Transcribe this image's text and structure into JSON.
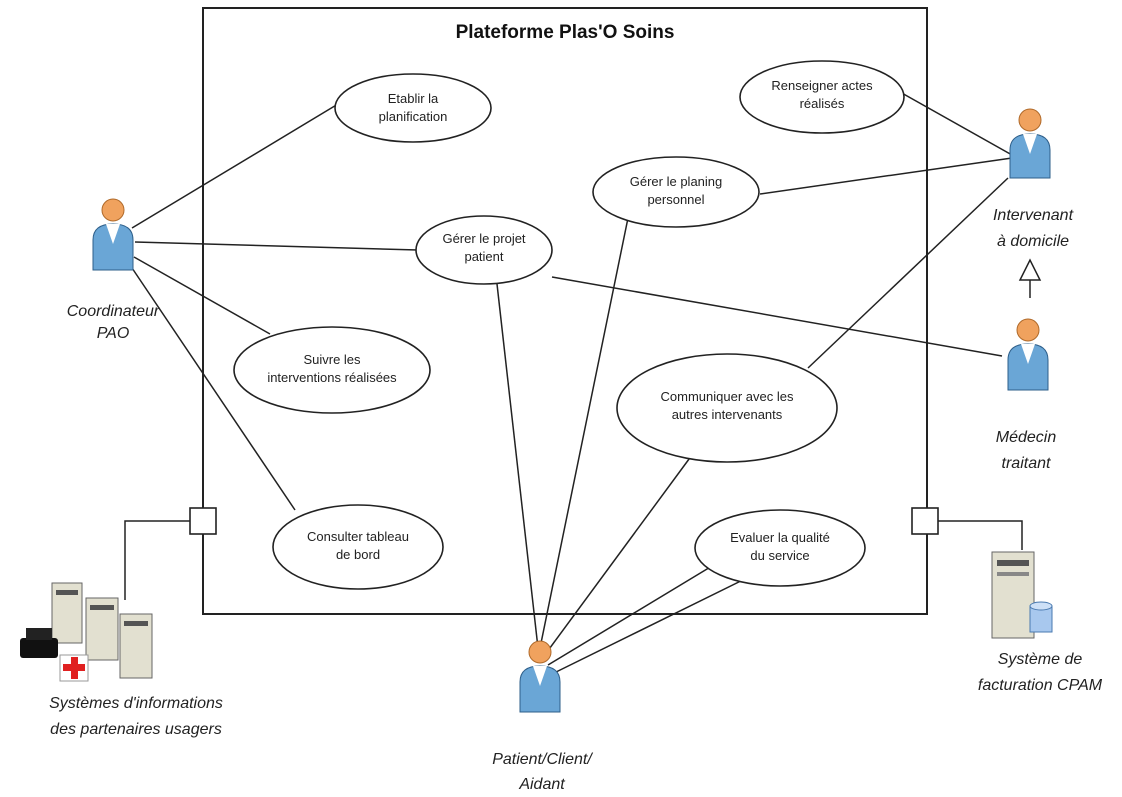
{
  "system": {
    "title": "Plateforme Plas'O Soins"
  },
  "use_cases": {
    "planification": [
      "Etablir la",
      "planification"
    ],
    "renseigner": [
      "Renseigner actes",
      "réalisés"
    ],
    "planning": [
      "Gérer le planing",
      "personnel"
    ],
    "projet": [
      "Gérer le projet",
      "patient"
    ],
    "suivre": [
      "Suivre les",
      "interventions réalisées"
    ],
    "communiquer": [
      "Communiquer avec les",
      "autres intervenants"
    ],
    "tableau": [
      "Consulter tableau",
      "de bord"
    ],
    "evaluer": [
      "Evaluer la qualité",
      "du service"
    ]
  },
  "actors": {
    "coordinateur": [
      "Coordinateur",
      "PAO"
    ],
    "intervenant": [
      "Intervenant",
      "à domicile"
    ],
    "medecin": [
      "Médecin",
      "traitant"
    ],
    "patient": [
      "Patient/Client/",
      "Aidant"
    ],
    "si_partenaires": [
      "Systèmes d'informations",
      "des partenaires usagers"
    ],
    "facturation": [
      "Système de",
      "facturation CPAM"
    ]
  },
  "colors": {
    "actor_body": "#6aa6d6",
    "actor_head": "#f0a25e",
    "server": "#e2e0d0",
    "cross": "#e02020"
  }
}
